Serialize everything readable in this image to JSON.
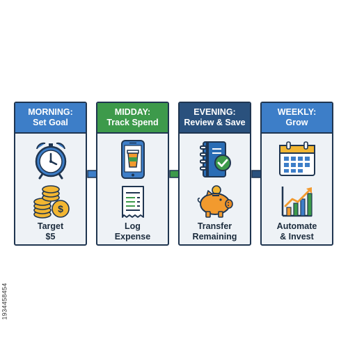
{
  "colors": {
    "header_blue": "#3d7ec8",
    "header_green": "#3d9a4b",
    "header_navy": "#2a517d",
    "outline": "#1f3550",
    "card_bg": "#eef2f6"
  },
  "steps": [
    {
      "title_line1": "MORNING:",
      "title_line2": "Set Goal",
      "label_line1": "Target",
      "label_line2": "$5",
      "icons": [
        "alarm-clock-icon",
        "coin-stack-icon"
      ]
    },
    {
      "title_line1": "MIDDAY:",
      "title_line2": "Track Spend",
      "label_line1": "Log",
      "label_line2": "Expense",
      "icons": [
        "smartphone-coffee-icon",
        "receipt-icon"
      ]
    },
    {
      "title_line1": "EVENING:",
      "title_line2": "Review & Save",
      "label_line1": "Transfer",
      "label_line2": "Remaining",
      "icons": [
        "notebook-check-icon",
        "piggy-bank-icon"
      ]
    },
    {
      "title_line1": "WEEKLY:",
      "title_line2": "Grow",
      "label_line1": "Automate",
      "label_line2": "& Invest",
      "icons": [
        "calendar-icon",
        "growth-chart-icon"
      ]
    }
  ],
  "watermark": "1934458454"
}
